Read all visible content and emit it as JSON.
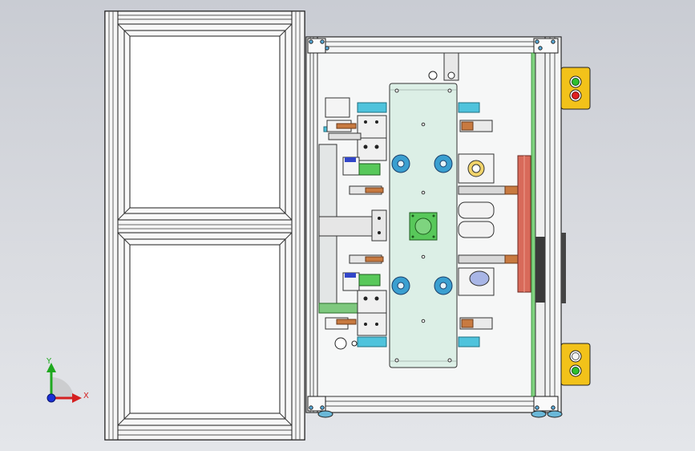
{
  "triad": {
    "x_label": "X",
    "y_label": "Y",
    "x_color": "#d42020",
    "y_color": "#1fa81f",
    "z_color": "#1a2fd6"
  },
  "model": {
    "push_buttons": [
      {
        "name": "top-control-box",
        "lamps": [
          "green",
          "red"
        ]
      },
      {
        "name": "bottom-control-box",
        "lamps": [
          "white",
          "green"
        ]
      }
    ],
    "colors": {
      "frame_stroke": "#222222",
      "accent_cyan": "#4fc3dc",
      "plate_fill": "#dcefe6",
      "box_yellow": "#f2c21a",
      "green_module": "#58c85a",
      "blue_hub": "#3a9fd0",
      "rail_red": "#d86a5a",
      "copper": "#c87a40"
    }
  }
}
